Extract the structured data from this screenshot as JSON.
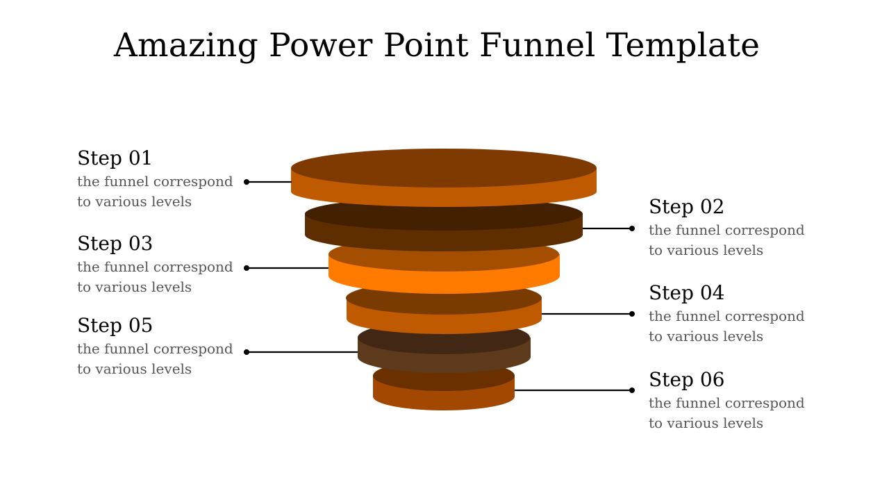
{
  "title": "Amazing Power Point Funnel Template",
  "colors": {
    "layer1_top": "#7E3A00",
    "layer1_side": "#BF5A00",
    "layer2_top": "#422000",
    "layer2_side": "#5E2E00",
    "layer3_top": "#A34E00",
    "layer3_side": "#FF7B00",
    "layer4_top": "#7A3B00",
    "layer4_side": "#C05A00",
    "layer5_top": "#432715",
    "layer5_side": "#5E3A1C",
    "layer6_top": "#6A3000",
    "layer6_side": "#A24800",
    "connector": "#000000"
  },
  "steps": [
    {
      "title": "Step 01",
      "desc_line1": "the funnel correspond",
      "desc_line2": "to various levels"
    },
    {
      "title": "Step 02",
      "desc_line1": "the funnel correspond",
      "desc_line2": "to various levels"
    },
    {
      "title": "Step 03",
      "desc_line1": "the funnel correspond",
      "desc_line2": "to various levels"
    },
    {
      "title": "Step 04",
      "desc_line1": "the funnel correspond",
      "desc_line2": "to various levels"
    },
    {
      "title": "Step 05",
      "desc_line1": "the funnel correspond",
      "desc_line2": "to various levels"
    },
    {
      "title": "Step 06",
      "desc_line1": "the funnel correspond",
      "desc_line2": "to various levels"
    }
  ]
}
